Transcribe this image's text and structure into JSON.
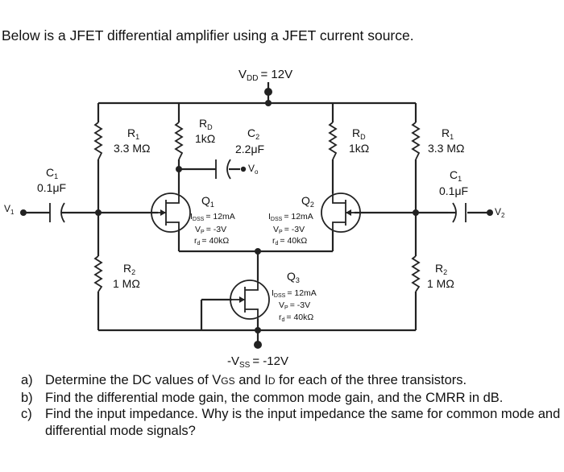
{
  "intro": "Below is a JFET differential amplifier using a JFET current source.",
  "supply": {
    "vdd": "V",
    "vdd_sub": "DD",
    "vdd_value": "= 12V",
    "vss": "-V",
    "vss_sub": "SS",
    "vss_value": "= -12V"
  },
  "components": {
    "r1_left": {
      "name": "R",
      "sub": "1",
      "value": "3.3 MΩ"
    },
    "rd_left": {
      "name": "R",
      "sub": "D",
      "value": "1kΩ"
    },
    "c2": {
      "name": "C",
      "sub": "2",
      "value": "2.2μF"
    },
    "vo": {
      "name": "V",
      "sub": "o"
    },
    "rd_right": {
      "name": "R",
      "sub": "D",
      "value": "1kΩ"
    },
    "r1_right": {
      "name": "R",
      "sub": "1",
      "value": "3.3 MΩ"
    },
    "c1_left": {
      "name": "C",
      "sub": "1",
      "value": "0.1μF"
    },
    "c1_right": {
      "name": "C",
      "sub": "1",
      "value": "0.1μF"
    },
    "v1": {
      "name": "V",
      "sub": "1"
    },
    "v2": {
      "name": "V",
      "sub": "2"
    },
    "r2_left": {
      "name": "R",
      "sub": "2",
      "value": "1 MΩ"
    },
    "r2_right": {
      "name": "R",
      "sub": "2",
      "value": "1 MΩ"
    }
  },
  "transistors": {
    "q1": {
      "name": "Q",
      "sub": "1",
      "idss": "= 12mA",
      "vp": "= -3V",
      "rd": "= 40kΩ"
    },
    "q2": {
      "name": "Q",
      "sub": "2",
      "idss": "= 12mA",
      "vp": "= -3V",
      "rd": "= 40kΩ"
    },
    "q3": {
      "name": "Q",
      "sub": "3",
      "idss": "= 12mA",
      "vp": "= -3V",
      "rd": "= 40kΩ"
    }
  },
  "param_labels": {
    "idss": "I",
    "idss_sub": "DSS",
    "vp": "V",
    "vp_sub": "P",
    "rd": "r",
    "rd_sub": "d"
  },
  "questions": [
    {
      "letter": "a)",
      "parts": [
        "Determine the DC values of V",
        "GS",
        " and I",
        "D",
        " for each of the three transistors."
      ]
    },
    {
      "letter": "b)",
      "text": "Find the differential mode gain, the common mode gain, and the CMRR in dB."
    },
    {
      "letter": "c)",
      "text": "Find the input impedance.  Why is the input impedance the same for common mode and differential mode signals?"
    }
  ]
}
